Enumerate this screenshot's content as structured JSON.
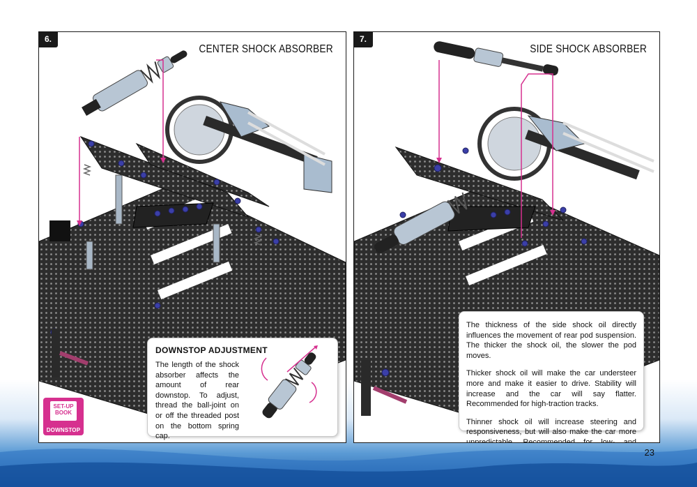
{
  "page": {
    "number": "23"
  },
  "step6": {
    "number": "6.",
    "title": "CENTER SHOCK ABSORBER",
    "callout": {
      "heading": "DOWNSTOP ADJUSTMENT",
      "text": "The length of the shock absorber affects the amount of rear downstop. To adjust, thread the ball-joint on or off the threaded post on the bottom spring cap."
    },
    "badge": {
      "book_text": "SET-UP BOOK",
      "label": "DOWNSTOP"
    }
  },
  "step7": {
    "number": "7.",
    "title": "SIDE SHOCK ABSORBER",
    "paragraphs": [
      "The thickness of the side shock oil directly influences the movement of rear pod suspension. The thicker the shock oil, the slower the pod moves.",
      "Thicker shock oil will make the car understeer more and make it easier to drive. Stability will increase and the car will say flatter. Recommended for high-traction tracks.",
      "Thinner shock oil will increase steering and responsiveness, but will also make the car more unpredictable. Recommended for low- and medium-traction tracks."
    ]
  },
  "colors": {
    "accent_magenta": "#d6308f",
    "carbon": "#2b2b2b",
    "blue_anodized": "#3b3fa8",
    "aluminium": "#9fb1c4"
  }
}
